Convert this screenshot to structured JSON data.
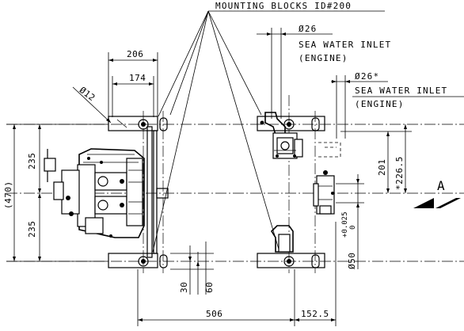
{
  "notes": {
    "mounting_blocks": "MOUNTING BLOCKS ID#200",
    "inlet1_diameter": "Ø26",
    "inlet1_line1": "SEA WATER INLET",
    "inlet1_line2": "(ENGINE)",
    "inlet2_diameter": "Ø26*",
    "inlet2_line1": "SEA WATER INLET",
    "inlet2_line2": "(ENGINE)",
    "view_label": "A"
  },
  "dimensions": {
    "d206": "206",
    "d174": "174",
    "d12": "Ø12",
    "d470": "(470)",
    "d235_upper": "235",
    "d235_lower": "235",
    "d201": "201",
    "d226_5": "*226.5",
    "d50": "Ø50",
    "d50_tol_upper": "+0.025",
    "d50_tol_lower": "0",
    "d30": "30",
    "d60": "60",
    "d506": "506",
    "d152_5": "152.5"
  }
}
